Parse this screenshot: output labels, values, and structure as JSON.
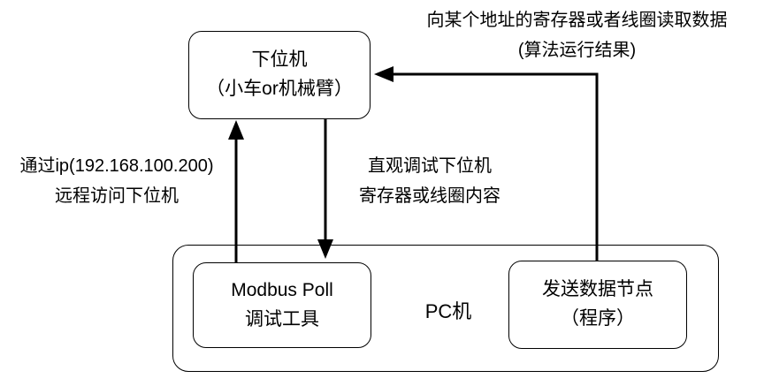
{
  "diagram": {
    "nodes": {
      "lower_machine": {
        "line1": "下位机",
        "line2": "（小车or机械臂）"
      },
      "pc": {
        "label": "PC机"
      },
      "modbus_poll": {
        "line1": "Modbus Poll",
        "line2": "调试工具"
      },
      "sender_node": {
        "line1": "发送数据节点",
        "line2": "（程序）"
      }
    },
    "edge_labels": {
      "read_data": {
        "line1": "向某个地址的寄存器或者线圈读取数据",
        "line2": "(算法运行结果)"
      },
      "remote_access": {
        "line1": "通过ip(192.168.100.200)",
        "line2": "远程访问下位机"
      },
      "debug_view": {
        "line1": "直观调试下位机",
        "line2": "寄存器或线圈内容"
      }
    },
    "colors": {
      "background": "#ffffff",
      "line": "#000000",
      "border": "#000000",
      "text": "#000000"
    }
  }
}
